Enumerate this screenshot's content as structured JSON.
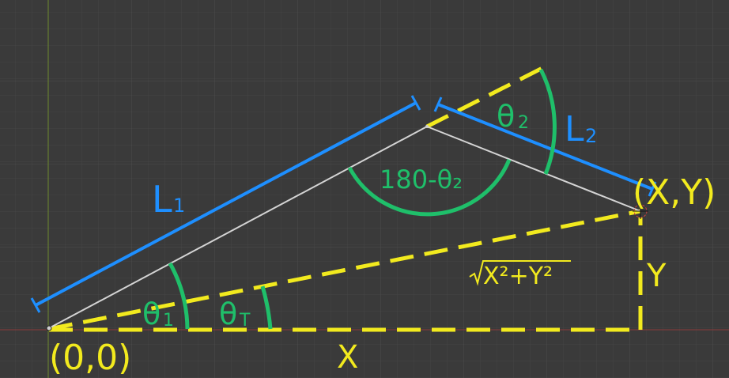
{
  "labels": {
    "origin": "(0,0)",
    "target": "(X,Y)",
    "x_label": "X",
    "y_label": "Y",
    "hyp_label": "X²+Y²",
    "L1_main": "L",
    "L1_sub": "1",
    "L2_main": "L",
    "L2_sub": "2",
    "theta1_main": "θ",
    "theta1_sub": "1",
    "theta2_main": "θ",
    "theta2_sub": "2",
    "thetaT_main": "θ",
    "thetaT_sub": "T",
    "elbow_angle": "180-θ₂"
  },
  "colors": {
    "background": "#3a3a3a",
    "grid": "#4a4a4a",
    "arm": "#cfcfcf",
    "measure_blue": "#1e8fff",
    "angle_green": "#1fbf6a",
    "guide_yellow": "#f2ea1e"
  }
}
